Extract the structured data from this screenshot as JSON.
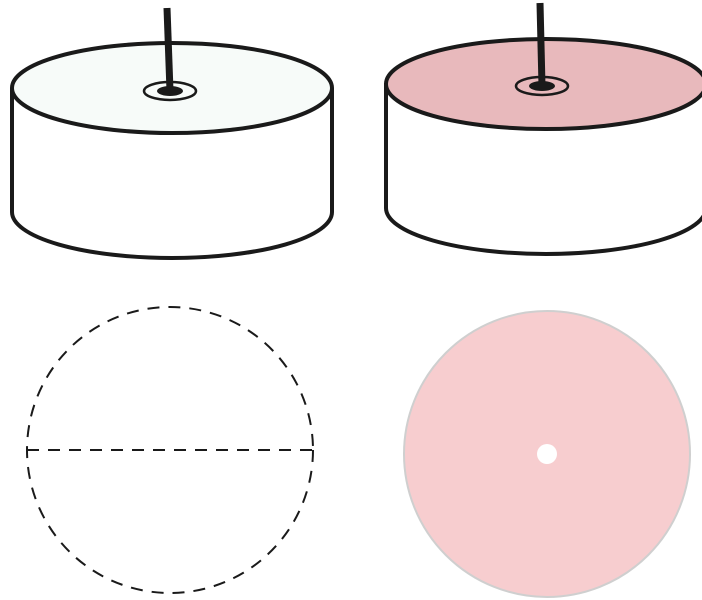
{
  "colors": {
    "outline": "#1a1a1a",
    "plain_wax": "#f7fbf9",
    "pink_wax": "#e8b9bc",
    "pink_disc": "#f7cdcf",
    "disc_border": "#cfcfcf",
    "background": "#ffffff"
  },
  "figures": [
    {
      "id": "tealight-plain",
      "description_icon": "tealight-candle-icon"
    },
    {
      "id": "tealight-pink",
      "description_icon": "tealight-candle-icon"
    },
    {
      "id": "dashed-circle-template",
      "description_icon": "dashed-circle-icon"
    },
    {
      "id": "pink-wax-disc",
      "description_icon": "wax-disc-icon"
    }
  ]
}
